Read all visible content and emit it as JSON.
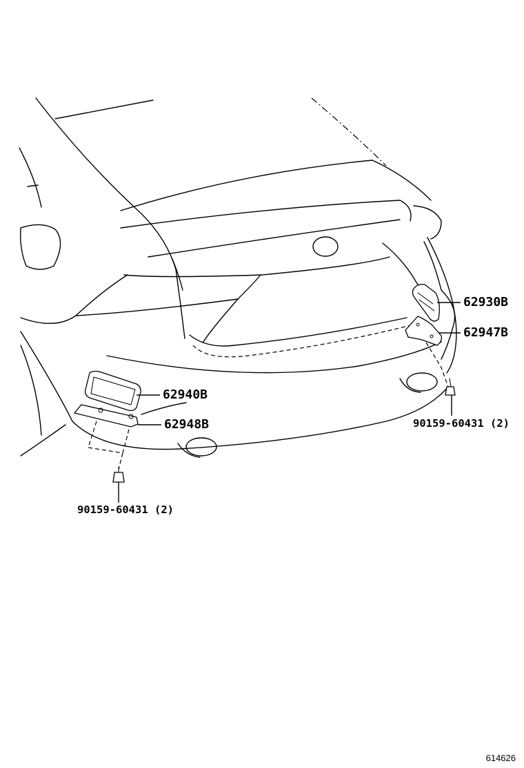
{
  "labels": {
    "p62930": "62930B",
    "p62947": "62947B",
    "p62940": "62940B",
    "p62948": "62948B",
    "bolt_right": "90159-60431 (2)",
    "bolt_left": "90159-60431 (2)"
  },
  "figure_number": "614626"
}
